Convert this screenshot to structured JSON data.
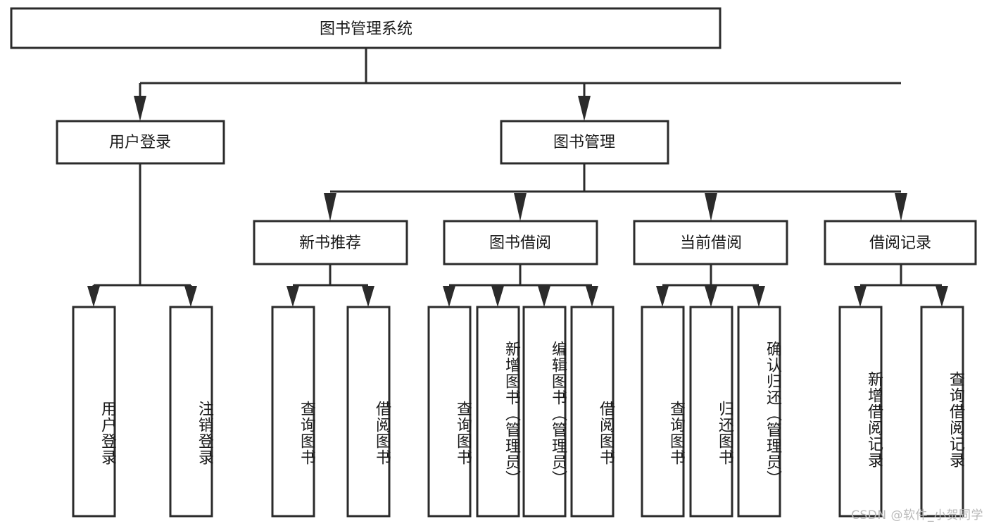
{
  "diagram": {
    "type": "tree",
    "title": "图书管理系统",
    "root": {
      "label": "图书管理系统"
    },
    "level2": [
      {
        "label": "用户登录"
      },
      {
        "label": "图书管理"
      }
    ],
    "level3": [
      {
        "label": "新书推荐"
      },
      {
        "label": "图书借阅"
      },
      {
        "label": "当前借阅"
      },
      {
        "label": "借阅记录"
      }
    ],
    "leaves": {
      "user_login": [
        {
          "label": "用户登录"
        },
        {
          "label": "注销登录"
        }
      ],
      "new_book_recommend": [
        {
          "label": "查询图书"
        },
        {
          "label": "借阅图书"
        }
      ],
      "book_borrow": [
        {
          "label": "查询图书"
        },
        {
          "label": "新增图书（管理员）"
        },
        {
          "label": "编辑图书（管理员）"
        },
        {
          "label": "借阅图书"
        }
      ],
      "current_borrow": [
        {
          "label": "查询图书"
        },
        {
          "label": "归还图书"
        },
        {
          "label": "确认归还（管理员）"
        }
      ],
      "borrow_record": [
        {
          "label": "新增借阅记录"
        },
        {
          "label": "查询借阅记录"
        }
      ]
    },
    "watermark": "CSDN @软件_小贺同学",
    "colors": {
      "stroke": "#2b2b2b",
      "fill": "#ffffff",
      "text": "#1a1a1a",
      "watermark": "#b9b9b9",
      "background": "#ffffff"
    }
  }
}
